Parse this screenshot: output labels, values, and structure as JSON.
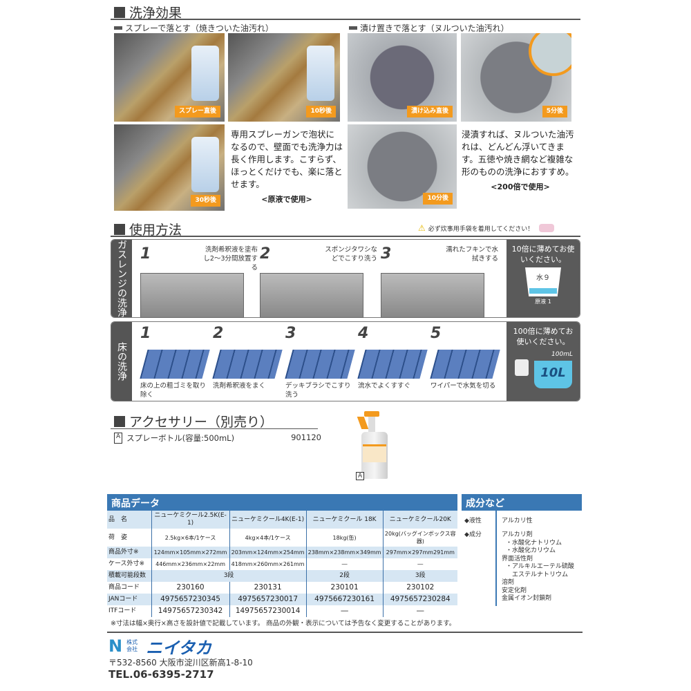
{
  "effect": {
    "title": "洗浄効果",
    "spray": {
      "subtitle": "スプレーで落とす（焼きついた油汚れ）",
      "tags": [
        "スプレー直後",
        "10秒後",
        "30秒後"
      ],
      "text": "専用スプレーガンで泡状になるので、壁面でも洗浄力は長く作用します。こすらず、ほっとくだけでも、楽に落とせます。",
      "note": "<原液で使用>"
    },
    "soak": {
      "subtitle": "漬け置きで落とす（ヌルついた油汚れ）",
      "tags": [
        "漬け込み直後",
        "5分後",
        "10分後"
      ],
      "text": "浸漬すれば、ヌルついた油汚れは、どんどん浮いてきます。五徳や焼き網など複雑な形のものの洗浄におすすめ。",
      "note": "<200倍で使用>"
    }
  },
  "usage": {
    "title": "使用方法",
    "warning": "必ず炊事用手袋を着用してください！",
    "gas": {
      "label": "ガスレンジの洗浄",
      "steps": [
        {
          "num": "1",
          "text": "洗剤希釈液を塗布し2～3分間放置する"
        },
        {
          "num": "2",
          "text": "スポンジタワシなどでこすり洗う"
        },
        {
          "num": "3",
          "text": "濡れたフキンで水拭きする"
        }
      ],
      "tip": "10倍に薄めてお使いください。",
      "water": "水９",
      "concentrate": "原液 1"
    },
    "floor": {
      "label": "床の洗浄",
      "steps": [
        {
          "num": "1",
          "text": "床の上の粗ゴミを取り除く"
        },
        {
          "num": "2",
          "text": "洗剤希釈液をまく"
        },
        {
          "num": "3",
          "text": "デッキブラシでこすり洗う"
        },
        {
          "num": "4",
          "text": "流水でよくすすぐ"
        },
        {
          "num": "5",
          "text": "ワイパーで水気を切る"
        }
      ],
      "tip": "100倍に薄めてお使いください。",
      "cup": "100mL",
      "bucket": "10L"
    }
  },
  "accessory": {
    "title": "アクセサリー（別売り）",
    "items": [
      {
        "mark": "A",
        "name": "スプレーボトル(容量:500mL)",
        "code": "901120"
      }
    ],
    "image_mark": "A"
  },
  "product_data": {
    "title": "商品データ",
    "rows": [
      [
        "品　名",
        "ニューケミクール2.5K(E-1)",
        "ニューケミクール4K(E-1)",
        "ニューケミクール 18K",
        "ニューケミクール20K"
      ],
      [
        "荷　姿",
        "2.5kg×6本/1ケース",
        "4kg×4本/1ケース",
        "18kg(缶)",
        "20kg(バッグインボックス容器)"
      ],
      [
        "商品外寸※",
        "124mm×105mm×272mm",
        "203mm×124mm×254mm",
        "238mm×238mm×349mm",
        "297mm×297mm291mm"
      ],
      [
        "ケース外寸※",
        "446mm×236mm×22mm",
        "418mm×260mm×261mm",
        "―",
        "―"
      ],
      [
        "積載可能段数",
        "3段",
        "2段",
        "3段"
      ],
      [
        "商品コード",
        "230160",
        "230131",
        "230101",
        "230102"
      ],
      [
        "JANコード",
        "4975657230345",
        "4975657230017",
        "4975667230161",
        "4975657230284"
      ],
      [
        "ITFコード",
        "14975657230342",
        "14975657230014",
        "―",
        "―"
      ]
    ],
    "footnote": "※寸法は幅×奥行×高さを設計値で記載しています。 商品の外観・表示については予告なく変更することがあります。"
  },
  "ingredients": {
    "title": "成分など",
    "items": [
      {
        "label": "◆液性",
        "values": [
          "アルカリ性"
        ]
      },
      {
        "label": "◆成分",
        "values": [
          "アルカリ剤",
          "・水酸化ナトリウム",
          "・水酸化カリウム",
          "界面活性剤",
          "・アルキルエーテル硫酸",
          "　エステルナトリウム",
          "溶剤",
          "安定化剤",
          "金属イオン封鎖剤"
        ]
      }
    ]
  },
  "footer": {
    "company_prefix": "株式会社",
    "company": "ニイタカ",
    "address": "〒532-8560 大阪市淀川区新高1-8-10",
    "tel": "TEL.06-6395-2717"
  },
  "colors": {
    "accent": "#3a78b4",
    "tag": "#f39a1e",
    "panel": "#5a5a5a"
  }
}
